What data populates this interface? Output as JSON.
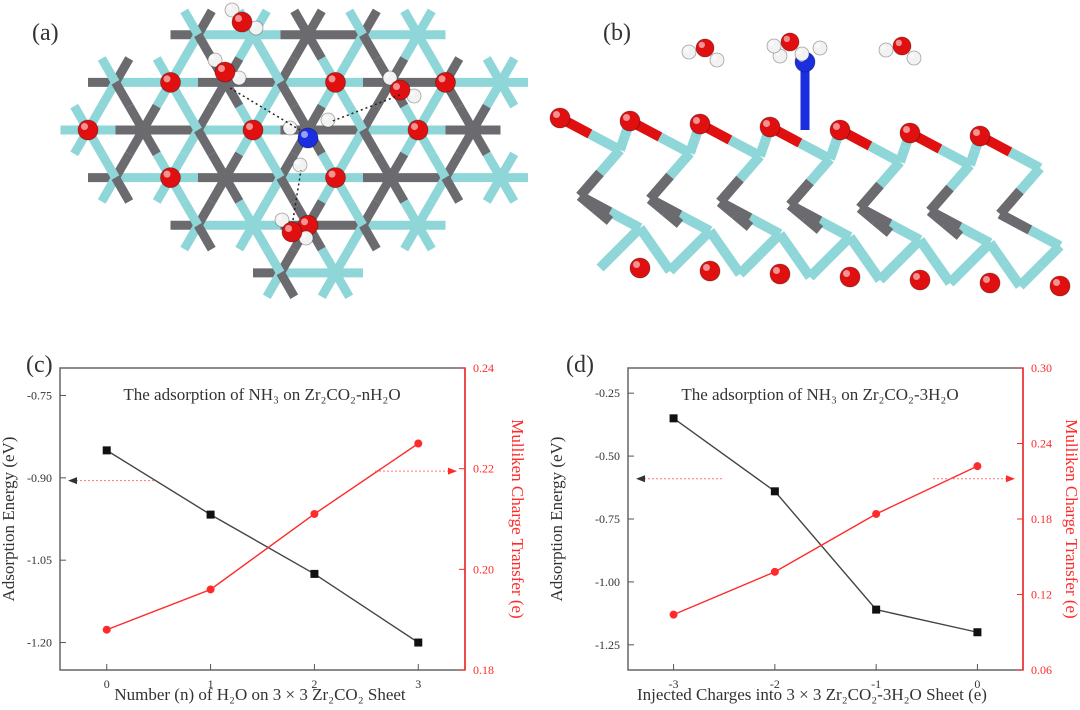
{
  "panels": [
    {
      "label": "(a)"
    },
    {
      "label": "(b)"
    },
    {
      "label": "(c)"
    },
    {
      "label": "(d)"
    }
  ],
  "colors": {
    "zr": "#8fd6d8",
    "c": "#6b6b6f",
    "o": "#e01010",
    "h": "#f2f2f2",
    "n": "#1a2ee0",
    "energy_series": "#444444",
    "charge_series": "#ff2a2a"
  },
  "chart_data": [
    {
      "type": "line",
      "title": "The adsorption of NH₃ on Zr₂CO₂-nH₂O",
      "xlabel": "Number (n) of H₂O on 3 × 3 Zr₂CO₂ Sheet",
      "ylabel": "Adsorption Energy (eV)",
      "y2label": "Mulliken Charge Transfer (e)",
      "x": [
        0,
        1,
        2,
        3
      ],
      "xlim": [
        -0.45,
        3.45
      ],
      "ylim": [
        -1.25,
        -0.7
      ],
      "y2lim": [
        0.18,
        0.24
      ],
      "yticks": [
        -0.75,
        -0.9,
        -1.05,
        -1.2
      ],
      "y2ticks": [
        0.18,
        0.2,
        0.22,
        0.24
      ],
      "series": [
        {
          "axis": "left",
          "values": [
            -0.85,
            -0.967,
            -1.075,
            -1.2
          ]
        },
        {
          "axis": "right",
          "values": [
            0.188,
            0.196,
            0.211,
            0.225
          ]
        }
      ]
    },
    {
      "type": "line",
      "title": "The adsorption of NH₃ on Zr₂CO₂-3H₂O",
      "xlabel": "Injected Charges into 3 × 3 Zr₂CO₂-3H₂O Sheet (e)",
      "ylabel": "Adsorption Energy (eV)",
      "y2label": "Mulliken Charge Transfer (e)",
      "x": [
        -3,
        -2,
        -1,
        0
      ],
      "xlim": [
        -3.45,
        0.45
      ],
      "ylim": [
        -1.35,
        -0.15
      ],
      "y2lim": [
        0.06,
        0.3
      ],
      "yticks": [
        -0.25,
        -0.5,
        -0.75,
        -1.0,
        -1.25
      ],
      "y2ticks": [
        0.06,
        0.12,
        0.18,
        0.24,
        0.3
      ],
      "series": [
        {
          "axis": "left",
          "values": [
            -0.35,
            -0.64,
            -1.11,
            -1.2
          ]
        },
        {
          "axis": "right",
          "values": [
            0.104,
            0.138,
            0.184,
            0.222
          ]
        }
      ]
    }
  ]
}
